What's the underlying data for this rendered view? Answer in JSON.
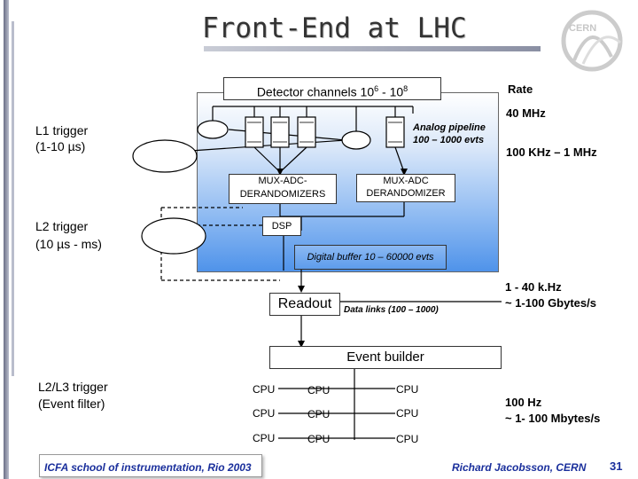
{
  "title": "Front-End at LHC",
  "logo": {
    "text": "CERN"
  },
  "detector": {
    "text": "Detector channels  10",
    "exp1": "6",
    "mid": " - 10",
    "exp2": "8"
  },
  "rate_label": "Rate",
  "rates": {
    "r1": "40 MHz",
    "r2": "100 KHz – 1 MHz",
    "r3a": "1 - 40 k.Hz",
    "r3b": "~ 1-100 Gbytes/s",
    "r4a": "100 Hz",
    "r4b": "~ 1- 100 Mbytes/s"
  },
  "triggers": {
    "l1a": "L1 trigger",
    "l1b": "(1-10 µs)",
    "l2a": "L2 trigger",
    "l2b": "(10 µs - ms)",
    "l3a": "L2/L3 trigger",
    "l3b": "(Event filter)"
  },
  "pipeline": {
    "a": "Analog pipeline",
    "b": "100 – 1000 evts"
  },
  "mux1": {
    "a": "MUX-ADC-",
    "b": "DERANDOMIZERS"
  },
  "mux2": {
    "a": "MUX-ADC",
    "b": "DERANDOMIZER"
  },
  "dsp": "DSP",
  "digital_buffer": "Digital buffer 10 – 60000 evts",
  "readout": "Readout",
  "data_links": "Data links (100 – 1000)",
  "event_builder": "Event builder",
  "cpu_label": "CPU",
  "footer": {
    "left": "ICFA school of instrumentation, Rio 2003",
    "right": "Richard Jacobsson, CERN",
    "page": "31"
  },
  "colors": {
    "accent_blue": "#4f93ea",
    "footer_blue": "#1a2f9c"
  }
}
